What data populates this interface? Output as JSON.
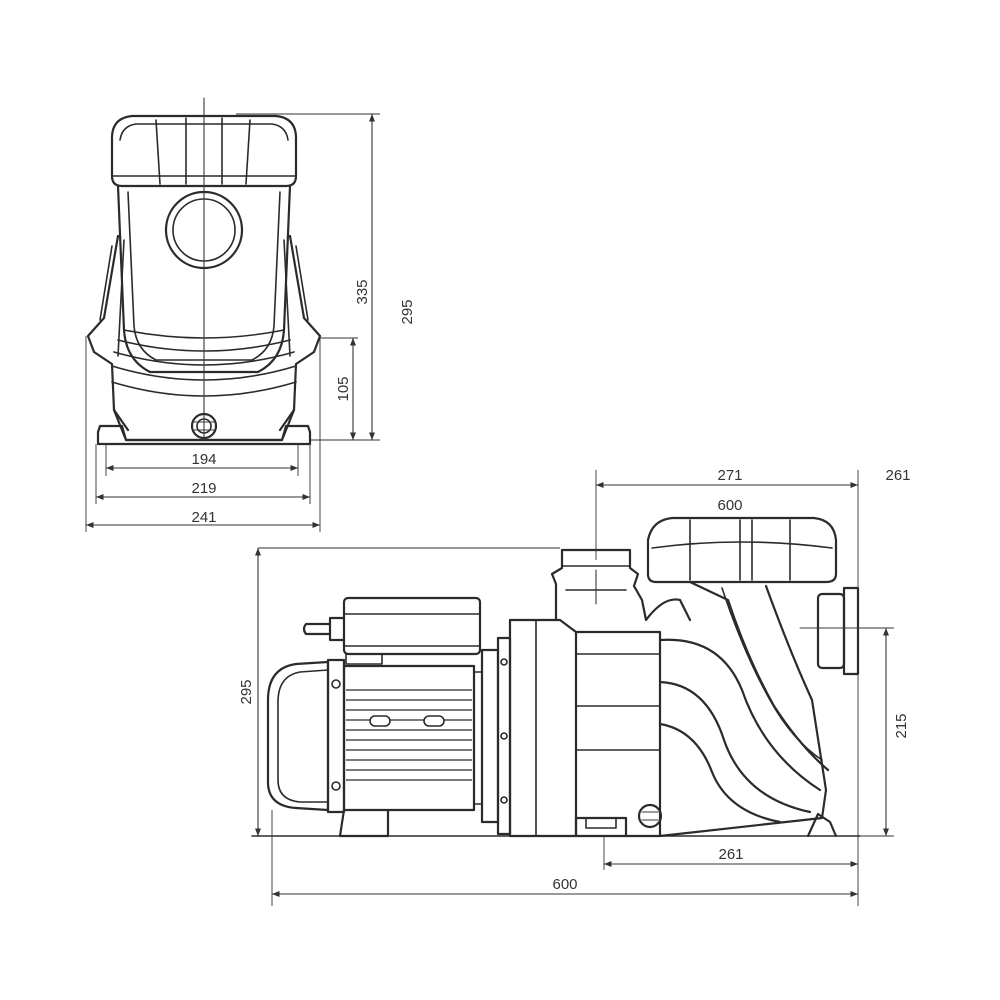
{
  "front_view": {
    "dimensions": {
      "base_inner_width": "194",
      "base_mid_width": "219",
      "base_outer_width": "241",
      "overall_height": "335",
      "lid_to_base_height": "295",
      "inlet_center_height": "105"
    }
  },
  "side_view": {
    "dimensions": {
      "lid_offset": "271",
      "lid_label": "600",
      "right_offset": "261",
      "overall_height": "295",
      "outlet_height": "215",
      "foot_to_end": "261",
      "overall_length": "600"
    }
  }
}
